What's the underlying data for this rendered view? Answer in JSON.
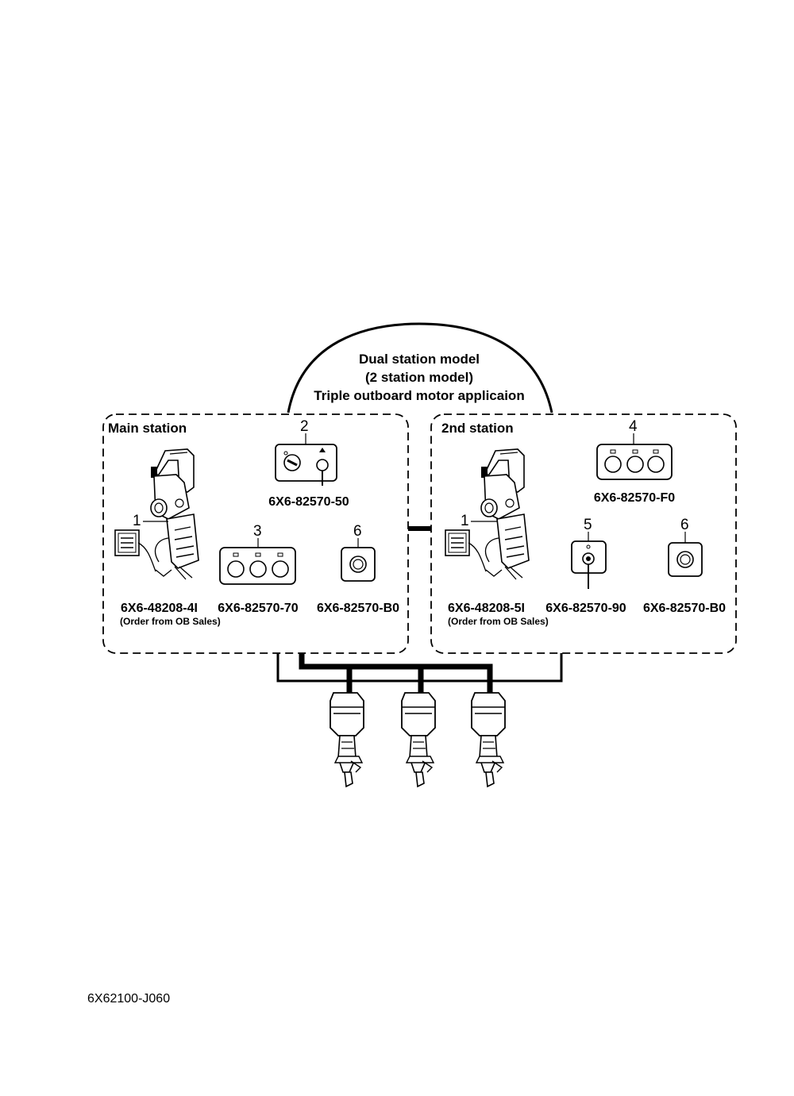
{
  "title": {
    "line1": "Dual station model",
    "line2": "(2 station model)",
    "line3": "Triple outboard motor applicaion"
  },
  "main_station": {
    "label": "Main station",
    "item_numbers": [
      "1",
      "2",
      "3",
      "6"
    ],
    "parts": {
      "remote_control": "6X6-48208-4I",
      "remote_control_note": "(Order from OB Sales)",
      "main_switch_panel": "6X6-82570-50",
      "triple_switch_panel": "6X6-82570-70",
      "single_switch": "6X6-82570-B0"
    }
  },
  "second_station": {
    "label": "2nd station",
    "item_numbers": [
      "1",
      "4",
      "5",
      "6"
    ],
    "parts": {
      "remote_control": "6X6-48208-5I",
      "remote_control_note": "(Order from OB Sales)",
      "triple_switch_panel": "6X6-82570-F0",
      "key_switch": "6X6-82570-90",
      "single_switch": "6X6-82570-B0"
    }
  },
  "engines": [
    "outboard-motor",
    "outboard-motor",
    "outboard-motor"
  ],
  "footer": {
    "code": "6X62100-J060"
  }
}
